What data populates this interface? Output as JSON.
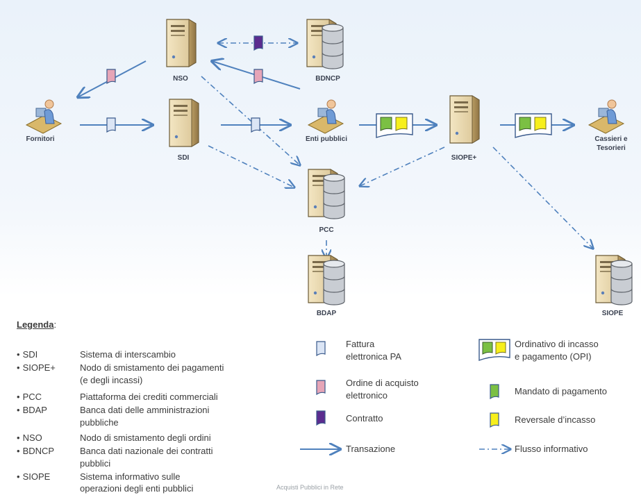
{
  "nodes": {
    "nso": "NSO",
    "bdncp": "BDNCP",
    "fornitori": "Fornitori",
    "sdi": "SDI",
    "enti": "Enti pubblici",
    "siope_plus": "SIOPE+",
    "cassieri_1": "Cassieri e",
    "cassieri_2": "Tesorieri",
    "pcc": "PCC",
    "bdap": "BDAP",
    "siope": "SIOPE"
  },
  "legend": {
    "title": "Legenda",
    "title_suffix": ":",
    "abbreviations": [
      {
        "abbr": "SDI",
        "lines": [
          "Sistema di interscambio"
        ]
      },
      {
        "abbr": "SIOPE+",
        "lines": [
          "Nodo di smistamento dei pagamenti",
          "(e degli incassi)"
        ]
      },
      {
        "abbr": "PCC",
        "lines": [
          "Piattaforma  dei crediti commerciali"
        ]
      },
      {
        "abbr": "BDAP",
        "lines": [
          "Banca dati delle amministrazioni",
          "pubbliche"
        ]
      },
      {
        "abbr": "NSO",
        "lines": [
          "Nodo di smistamento degli ordini"
        ]
      },
      {
        "abbr": "BDNCP",
        "lines": [
          "Banca dati nazionale dei contratti",
          "pubblici"
        ]
      },
      {
        "abbr": "SIOPE",
        "lines": [
          "Sistema informativo sulle",
          "operazioni degli enti pubblici"
        ]
      }
    ],
    "symbols": {
      "fattura": [
        "Fattura",
        "elettronica PA"
      ],
      "ordine": [
        "Ordine di acquisto",
        "elettronico"
      ],
      "contratto": "Contratto",
      "transazione": "Transazione",
      "opi": [
        "Ordinativo di incasso",
        "e pagamento (OPI)"
      ],
      "mandato": "Mandato di pagamento",
      "reversale": "Reversale d’incasso",
      "flusso": "Flusso informativo"
    }
  },
  "watermark": "Acquisti Pubblici in Rete",
  "colors": {
    "flow_arrow": "#4f81bd",
    "fattura": "#dbe5f5",
    "ordine": "#e6a5b7",
    "contratto": "#5b2c8f",
    "mandato": "#7bc043",
    "reversale": "#f7ef1c"
  }
}
